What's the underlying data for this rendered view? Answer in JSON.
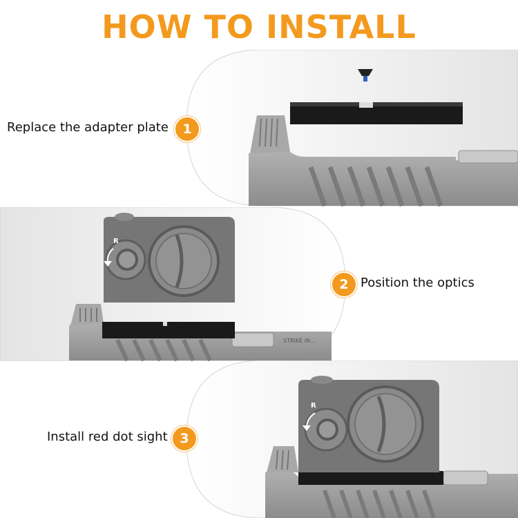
{
  "title": "HOW TO INSTALL",
  "colors": {
    "accent": "#f39a1e",
    "panel_light": "#ececec",
    "slide_gray": "#9a9a9a",
    "plate_black": "#1a1a1a",
    "optic_gray": "#6f6f6f"
  },
  "steps": [
    {
      "number": "1",
      "label": "Replace the adapter plate"
    },
    {
      "number": "2",
      "label": "Position the optics"
    },
    {
      "number": "3",
      "label": "Install red dot sight"
    }
  ],
  "optic": {
    "direction_mark": "R"
  },
  "slide": {
    "engraving": "STRIKE IN..."
  }
}
